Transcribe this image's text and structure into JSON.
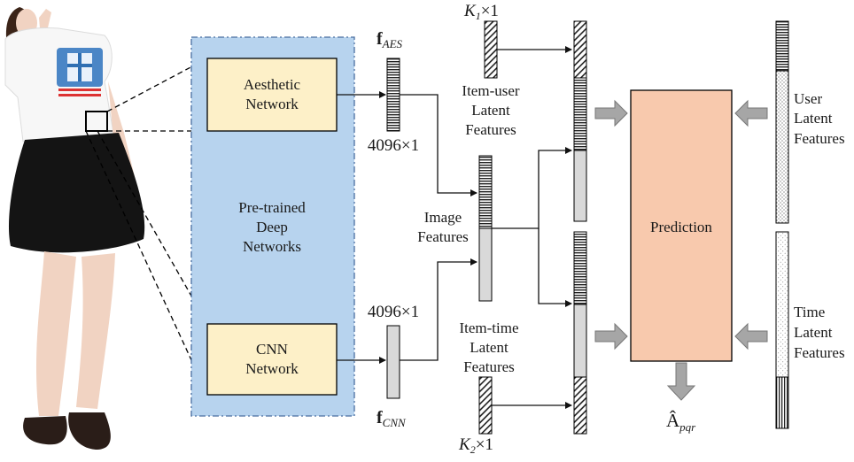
{
  "labels": {
    "aesthetic": [
      "Aesthetic",
      "Network"
    ],
    "cnn": [
      "CNN",
      "Network"
    ],
    "pretrained": [
      "Pre-trained",
      "Deep",
      "Networks"
    ],
    "f_aes_main": "f",
    "f_aes_sub": "AES",
    "f_cnn_main": "f",
    "f_cnn_sub": "CNN",
    "dim_top": "4096×1",
    "dim_bottom": "4096×1",
    "k1_main": "K",
    "k1_sub": "1",
    "k1_tail": "×1",
    "k2_main": "K",
    "k2_sub": "2",
    "k2_tail": "×1",
    "item_user": [
      "Item-user",
      "Latent",
      "Features"
    ],
    "image_features": [
      "Image",
      "Features"
    ],
    "item_time": [
      "Item-time",
      "Latent",
      "Features"
    ],
    "prediction": "Prediction",
    "user_latent": [
      "User",
      "Latent",
      "Features"
    ],
    "time_latent": [
      "Time",
      "Latent",
      "Features"
    ],
    "output_main": "Â",
    "output_sub": "pqr"
  },
  "colors": {
    "network_box": "#fdf0c8",
    "pretrained_panel": "#b7d3ee",
    "prediction_box": "#f8c9ad",
    "gray_block": "#d9d9d9",
    "arrow_fill": "#a6a6a6"
  }
}
